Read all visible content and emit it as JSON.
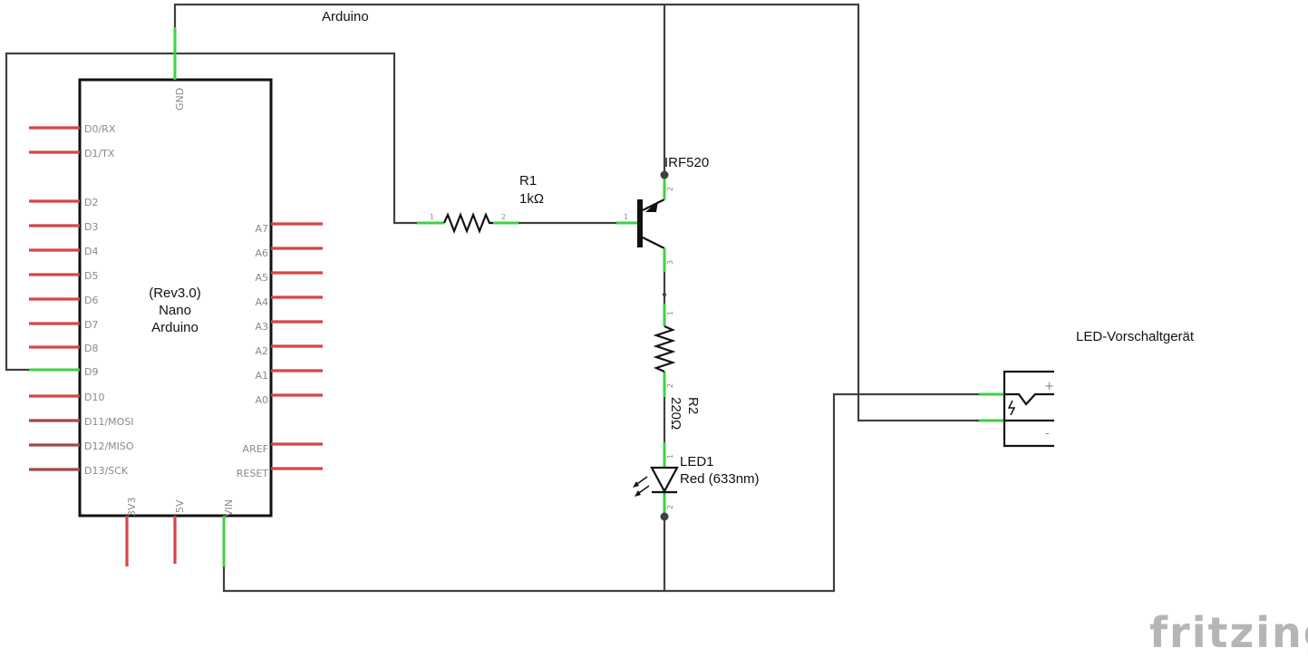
{
  "labels": {
    "arduino_top": "Arduino",
    "arduino_module": [
      "(Rev3.0)",
      "Nano",
      "Arduino"
    ],
    "r1_name": "R1",
    "r1_value": "1kΩ",
    "mosfet": "IRF520",
    "r2_name": "R2",
    "r2_value": "220Ω",
    "led_name": "LED1",
    "led_value": "Red (633nm)",
    "ballast": "LED-Vorschaltgerät",
    "ballast_plus": "+",
    "ballast_minus": "-",
    "logo": "fritzing"
  },
  "pins": {
    "left": [
      "D0/RX",
      "D1/TX",
      "D2",
      "D3",
      "D4",
      "D5",
      "D6",
      "D7",
      "D8",
      "D9",
      "D10",
      "D11/MOSI",
      "D12/MISO",
      "D13/SCK"
    ],
    "right": [
      "A7",
      "A6",
      "A5",
      "A4",
      "A3",
      "A2",
      "A1",
      "A0",
      "AREF",
      "RESET"
    ],
    "top": [
      "GND"
    ],
    "bottom": [
      "3V3",
      "5V",
      "VIN"
    ]
  },
  "pin_numbers": {
    "r1": [
      "1",
      "2"
    ],
    "mosfet": [
      "1",
      "2",
      "3"
    ],
    "r2": [
      "1",
      "2"
    ],
    "led": [
      "1",
      "2"
    ]
  },
  "colors": {
    "wire": "#404040",
    "connected_pin": "#3fd13f",
    "unconnected_pin": "#d64545",
    "logo": "#b5b5b5"
  }
}
